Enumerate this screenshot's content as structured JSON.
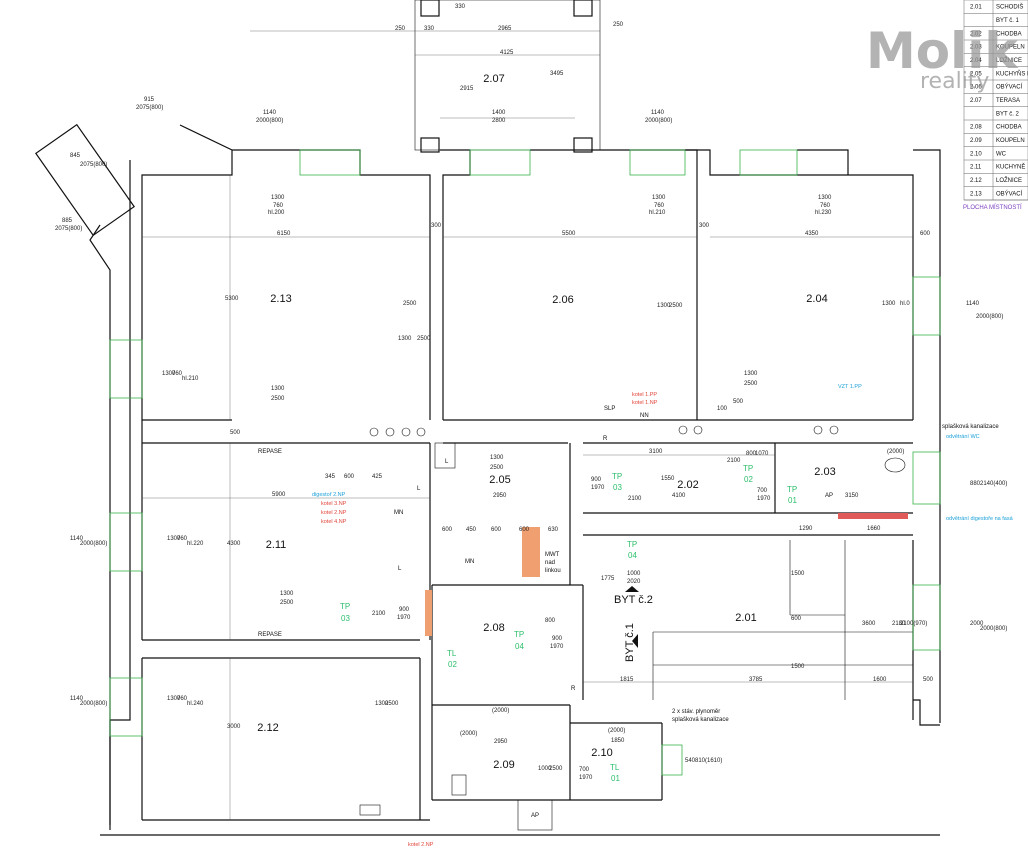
{
  "rooms": [
    {
      "id": "r207",
      "label": "2.07"
    },
    {
      "id": "r213",
      "label": "2.13"
    },
    {
      "id": "r206",
      "label": "2.06"
    },
    {
      "id": "r204",
      "label": "2.04"
    },
    {
      "id": "r211",
      "label": "2.11"
    },
    {
      "id": "r205",
      "label": "2.05"
    },
    {
      "id": "r202",
      "label": "2.02"
    },
    {
      "id": "r203",
      "label": "2.03"
    },
    {
      "id": "r212",
      "label": "2.12"
    },
    {
      "id": "r208",
      "label": "2.08"
    },
    {
      "id": "r201",
      "label": "2.01"
    },
    {
      "id": "r209",
      "label": "2.09"
    },
    {
      "id": "r210",
      "label": "2.10"
    }
  ],
  "apartments": {
    "byt2": "BYT č.2",
    "byt1": "BYT č.1"
  },
  "tags": {
    "tp03a": "TP",
    "tp03a_n": "03",
    "tp02": "TP",
    "tp02_n": "02",
    "tp01": "TP",
    "tp01_n": "01",
    "tp04a": "TP",
    "tp04a_n": "04",
    "tp03b": "TP",
    "tp03b_n": "03",
    "tp04b": "TP",
    "tp04b_n": "04",
    "tl02": "TL",
    "tl02_n": "02",
    "tl01": "TL",
    "tl01_n": "01"
  },
  "notes": {
    "repase1": "REPASE",
    "repase2": "REPASE",
    "kotel_pp": "kotel 1.PP",
    "kotel_np": "kotel 1.NP",
    "vzt": "VZT 1.PP",
    "spl_kan": "splašková kanalizace",
    "odvetrani_wc": "odvětrání WC",
    "odvetrani_dig": "odvětrání digestoře na fasá",
    "digestor": "digestoř 2.NP",
    "kotel3": "kotel 3.NP",
    "kotel2": "kotel 2.NP",
    "kotel4": "kotel 4.NP",
    "plynomer": "2 x stáv. plynoměr",
    "spl_kan2": "splašková kanalizace",
    "kotel2b": "kotel 2.NP",
    "slp": "SLP",
    "nn": "NN",
    "mn1": "MN",
    "mn2": "MN",
    "mwt": "MWT",
    "mwt2": "nad",
    "mwt3": "linkou",
    "ap1": "AP",
    "ap2": "AP",
    "r1": "R",
    "r2": "R",
    "l1": "L",
    "l2": "L",
    "l3": "L"
  },
  "dims": {
    "d250a": "250",
    "d330a": "330",
    "d330b": "330",
    "d2965": "2965",
    "d250b": "250",
    "d4125": "4125",
    "d3495": "3495",
    "d2915": "2915",
    "d1400": "1400",
    "d2800": "2800",
    "d1140a": "1140",
    "d2000a": "2000(800)",
    "d1140b": "1140",
    "d2000b": "2000(800)",
    "d915": "915",
    "d2075": "2075(800)",
    "d845": "845",
    "d2075b": "2075(800)",
    "d885": "885",
    "d2075c": "2075(800)",
    "d1300a": "1300",
    "d760a": "760",
    "hl200": "hl.200",
    "d1300b": "1300",
    "d760b": "760",
    "hl210": "hl.210",
    "d1300c": "1300",
    "d760c": "760",
    "hl230": "hl.230",
    "d6150": "6150",
    "d300a": "300",
    "d5500": "5500",
    "d300b": "300",
    "d4350": "4350",
    "d600": "600",
    "d5300": "5300",
    "d2500a": "2500",
    "d1300d": "1300",
    "d2500b": "2500",
    "d1300e": "1300",
    "d2500c": "2500",
    "d1300f": "1300",
    "hl0": "hl.0",
    "d1140c": "1140",
    "d2000c": "2000(800)",
    "d1300g": "1300",
    "d760d": "760",
    "hl210b": "hl.210",
    "d1300h": "1300",
    "d2500d": "2500",
    "d1300i": "1300",
    "d2500e": "2500",
    "d500": "500",
    "d100": "100",
    "d500b": "500",
    "d3100": "3100",
    "d2100a": "2100",
    "d800": "800",
    "d1070": "1070",
    "d900a": "900",
    "d1970a": "1970",
    "d2100b": "2100",
    "d1550": "1550",
    "d4100": "4100",
    "d700a": "700",
    "d1970b": "1970",
    "d1290": "1290",
    "d3150": "3150",
    "d1660": "1660",
    "d2000d": "(2000)",
    "d880": "880",
    "d2140": "2140(400)",
    "d5900": "5900",
    "d345": "345",
    "d600a": "600",
    "d425": "425",
    "d1300j": "1300",
    "d2500f": "2500",
    "d2950a": "2950",
    "d1140d": "1140",
    "d2000e": "2000(800)",
    "d1300k": "1300",
    "d760e": "760",
    "hl220": "hl.220",
    "d4300": "4300",
    "d1300l": "1300",
    "d2500g": "2500",
    "d900b": "900",
    "d1970c": "1970",
    "d2100c": "2100",
    "d600b": "600",
    "d450a": "450",
    "d600c": "600",
    "d600d": "600",
    "d630": "630",
    "d1775": "1775",
    "d1000a": "1000",
    "d2020": "2020",
    "d1500a": "1500",
    "d600e": "600",
    "d1500b": "1500",
    "d3600": "3600",
    "d2180": "2180",
    "d2100d": "2100(970)",
    "d2000f": "2000",
    "d2000g": "2000(800)",
    "d1815": "1815",
    "d3785": "3785",
    "d1600": "1600",
    "d500c": "500",
    "d800b": "800",
    "d900c": "900",
    "d1970d": "1970",
    "d1140e": "1140",
    "d2000h": "2000(800)",
    "d1300m": "1300",
    "d760f": "760",
    "hl240": "hl.240",
    "d3000": "3000",
    "d1300n": "1300",
    "d2500h": "2500",
    "d2000i": "(2000)",
    "d2000j": "(2000)",
    "d2950b": "2950",
    "d1000b": "1000",
    "d2500i": "2500",
    "d2000k": "(2000)",
    "d1850": "1850",
    "d700b": "700",
    "d1970e": "1970",
    "d540": "540",
    "d810": "810(1610)"
  },
  "legend": {
    "rows": [
      {
        "num": "2.01",
        "name": "SCHODIŠ"
      },
      {
        "num": "",
        "name": "BYT č. 1"
      },
      {
        "num": "2.02",
        "name": "CHODBA"
      },
      {
        "num": "2.03",
        "name": "KOUPELN"
      },
      {
        "num": "2.04",
        "name": "LOŽNICE"
      },
      {
        "num": "2.05",
        "name": "KUCHYŇS KOUT"
      },
      {
        "num": "2.06",
        "name": "OBÝVACÍ"
      },
      {
        "num": "2.07",
        "name": "TERASA"
      },
      {
        "num": "",
        "name": "BYT č. 2"
      },
      {
        "num": "2.08",
        "name": "CHODBA"
      },
      {
        "num": "2.09",
        "name": "KOUPELN"
      },
      {
        "num": "2.10",
        "name": "WC"
      },
      {
        "num": "2.11",
        "name": "KUCHYNĚ"
      },
      {
        "num": "2.12",
        "name": "LOŽNICE"
      },
      {
        "num": "2.13",
        "name": "OBÝVACÍ"
      }
    ],
    "footer": "PLOCHA MÍSTNOSTÍ"
  },
  "logo": {
    "brand": "Molik",
    "sub": "reality"
  },
  "colors": {
    "window": "#38b24a",
    "tag": "#2cbf6b",
    "red_note": "#e0453a",
    "blue_note": "#1aa0d8",
    "legend_footer": "#7b3fbf"
  }
}
